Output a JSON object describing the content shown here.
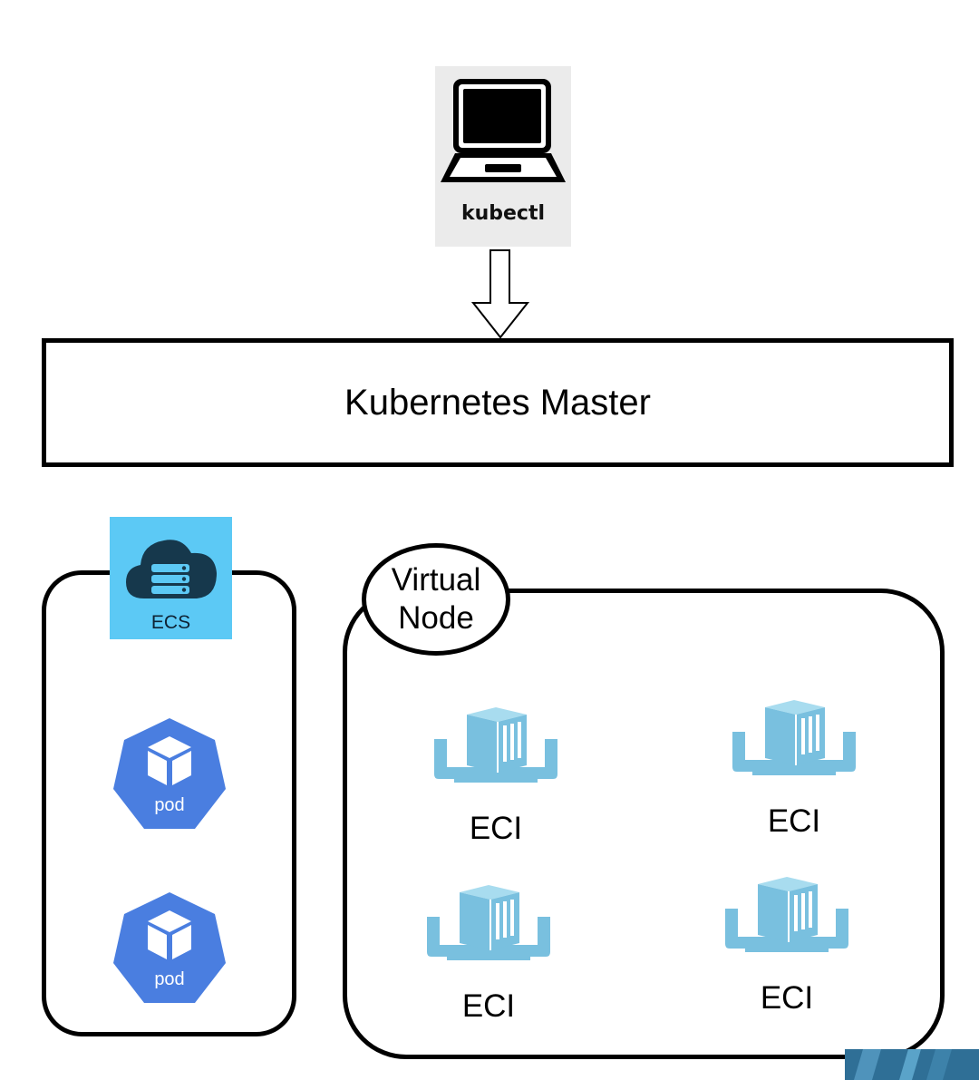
{
  "kubectl": {
    "label": "kubectl",
    "icon": "laptop-icon"
  },
  "master": {
    "label": "Kubernetes Master"
  },
  "ecs": {
    "label": "ECS",
    "icon": "cloud-server-icon",
    "pods": [
      {
        "label": "pod",
        "icon": "pod-icon"
      },
      {
        "label": "pod",
        "icon": "pod-icon"
      }
    ]
  },
  "virtual_node": {
    "label": "Virtual\nNode",
    "instances": [
      {
        "label": "ECI",
        "icon": "container-icon"
      },
      {
        "label": "ECI",
        "icon": "container-icon"
      },
      {
        "label": "ECI",
        "icon": "container-icon"
      },
      {
        "label": "ECI",
        "icon": "container-icon"
      }
    ]
  },
  "colors": {
    "ecs_badge": "#5cc9f5",
    "pod": "#4a7ee0",
    "eci": "#79c0df",
    "kubectl_tile": "#ebebeb"
  }
}
